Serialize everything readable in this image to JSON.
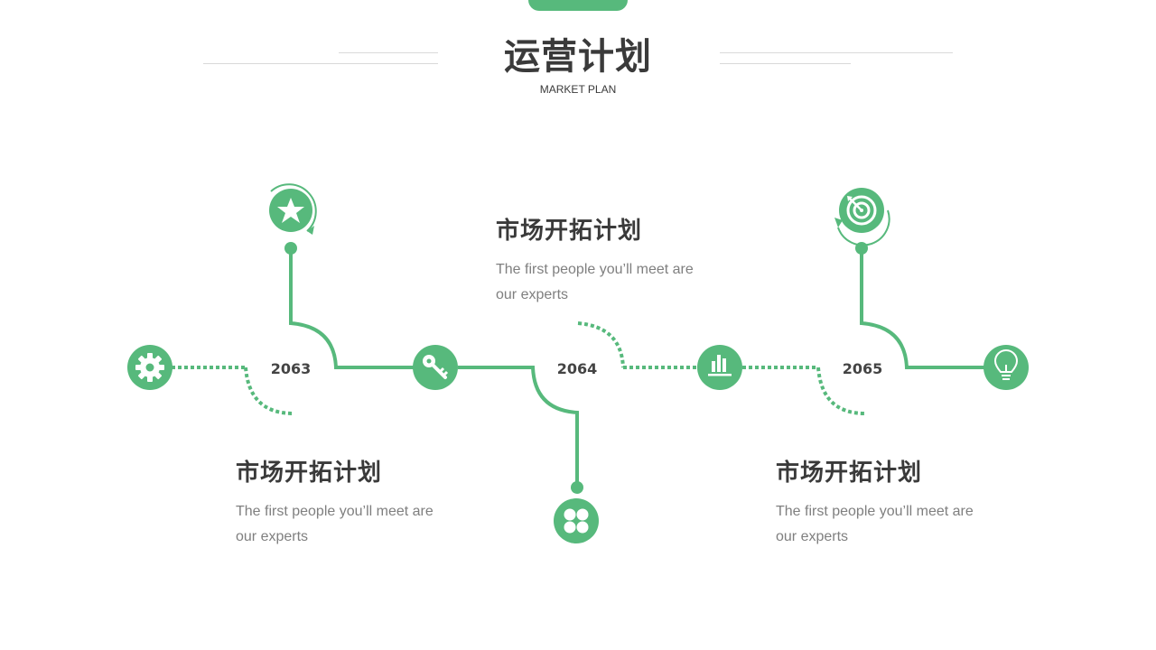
{
  "header": {
    "title": "运营计划",
    "subtitle": "MARKET PLAN"
  },
  "timeline": {
    "years": [
      "2063",
      "2064",
      "2065"
    ],
    "milestones": [
      {
        "title": "市场开拓计划",
        "desc_line1": "The first people you’ll meet are",
        "desc_line2": "our experts"
      },
      {
        "title": "市场开拓计划",
        "desc_line1": "The first people you’ll meet are",
        "desc_line2": "our experts"
      },
      {
        "title": "市场开拓计划",
        "desc_line1": "The first people you’ll meet are",
        "desc_line2": "our experts"
      }
    ]
  },
  "icons": [
    "gear-icon",
    "star-icon",
    "key-icon",
    "clover-icon",
    "bar-chart-icon",
    "target-icon",
    "lightbulb-icon"
  ],
  "colors": {
    "accent": "#57b97c",
    "title_text": "#3a3a3a",
    "body_text": "#7f7f7f",
    "rule": "#d9d9d9"
  }
}
